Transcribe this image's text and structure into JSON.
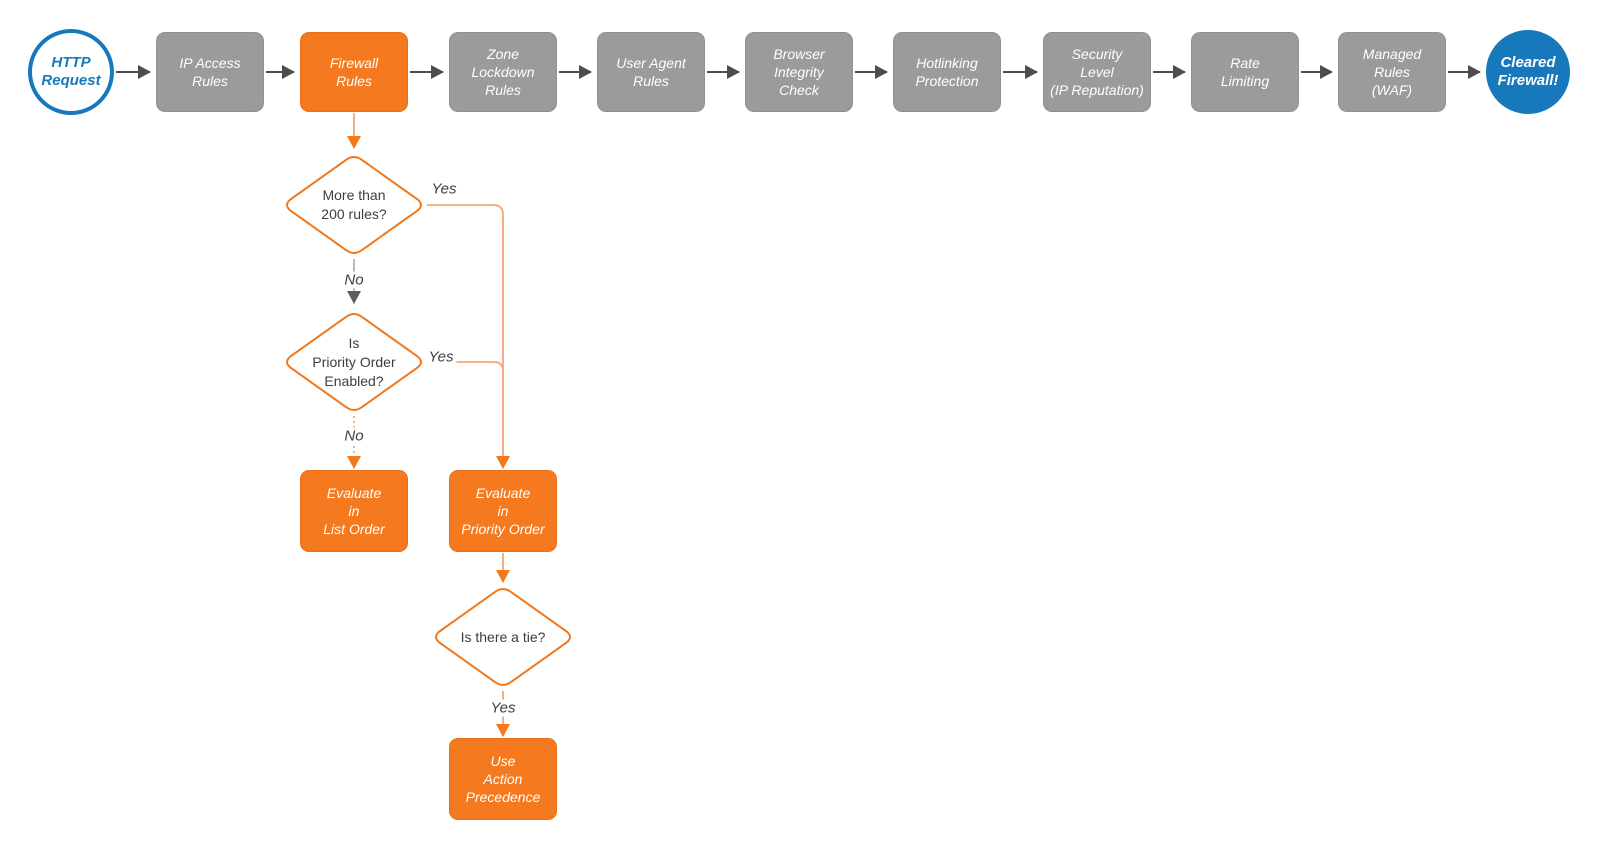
{
  "colors": {
    "accent_orange": "#F4791F",
    "connector_salmon": "#F8A47C",
    "node_gray": "#9B9B9B",
    "arrow_dark": "#4D4D4D",
    "arrow_gray_head": "#5E5E5E",
    "accent_blue": "#1779BB",
    "text_dark": "#3E3E3E",
    "node_text": "#FFFFFF"
  },
  "nodes": {
    "start": {
      "label": "HTTP\nRequest",
      "type": "start"
    },
    "ip_access": {
      "label": "IP Access\nRules",
      "type": "process"
    },
    "firewall": {
      "label": "Firewall\nRules",
      "type": "process-highlighted"
    },
    "zone_lockdown": {
      "label": "Zone\nLockdown\nRules",
      "type": "process"
    },
    "user_agent": {
      "label": "User Agent\nRules",
      "type": "process"
    },
    "browser_integrity": {
      "label": "Browser\nIntegrity\nCheck",
      "type": "process"
    },
    "hotlinking": {
      "label": "Hotlinking\nProtection",
      "type": "process"
    },
    "security_level": {
      "label": "Security\nLevel\n(IP Reputation)",
      "type": "process"
    },
    "rate_limiting": {
      "label": "Rate\nLimiting",
      "type": "process"
    },
    "managed_rules": {
      "label": "Managed\nRules\n(WAF)",
      "type": "process"
    },
    "end": {
      "label": "Cleared\nFirewall!",
      "type": "end"
    },
    "decision_rule_count": {
      "label": "More than\n200 rules?",
      "type": "decision"
    },
    "decision_priority_enabled": {
      "label": "Is\nPriority Order\nEnabled?",
      "type": "decision"
    },
    "decision_tie": {
      "label": "Is there a tie?",
      "type": "decision"
    },
    "evaluate_list": {
      "label": "Evaluate\nin\nList Order",
      "type": "action"
    },
    "evaluate_priority": {
      "label": "Evaluate\nin\nPriority Order",
      "type": "action"
    },
    "use_action_precedence": {
      "label": "Use\nAction\nPrecedence",
      "type": "action"
    }
  },
  "edge_labels": {
    "yes1": "Yes",
    "no1": "No",
    "yes2": "Yes",
    "no2": "No",
    "yes3": "Yes"
  },
  "edges": [
    {
      "from": "start",
      "to": "ip_access"
    },
    {
      "from": "ip_access",
      "to": "firewall"
    },
    {
      "from": "firewall",
      "to": "zone_lockdown"
    },
    {
      "from": "zone_lockdown",
      "to": "user_agent"
    },
    {
      "from": "user_agent",
      "to": "browser_integrity"
    },
    {
      "from": "browser_integrity",
      "to": "hotlinking"
    },
    {
      "from": "hotlinking",
      "to": "security_level"
    },
    {
      "from": "security_level",
      "to": "rate_limiting"
    },
    {
      "from": "rate_limiting",
      "to": "managed_rules"
    },
    {
      "from": "managed_rules",
      "to": "end"
    },
    {
      "from": "firewall",
      "to": "decision_rule_count"
    },
    {
      "from": "decision_rule_count",
      "to": "evaluate_priority",
      "label": "Yes"
    },
    {
      "from": "decision_rule_count",
      "to": "decision_priority_enabled",
      "label": "No"
    },
    {
      "from": "decision_priority_enabled",
      "to": "evaluate_priority",
      "label": "Yes"
    },
    {
      "from": "decision_priority_enabled",
      "to": "evaluate_list",
      "label": "No"
    },
    {
      "from": "evaluate_priority",
      "to": "decision_tie"
    },
    {
      "from": "decision_tie",
      "to": "use_action_precedence",
      "label": "Yes"
    }
  ]
}
